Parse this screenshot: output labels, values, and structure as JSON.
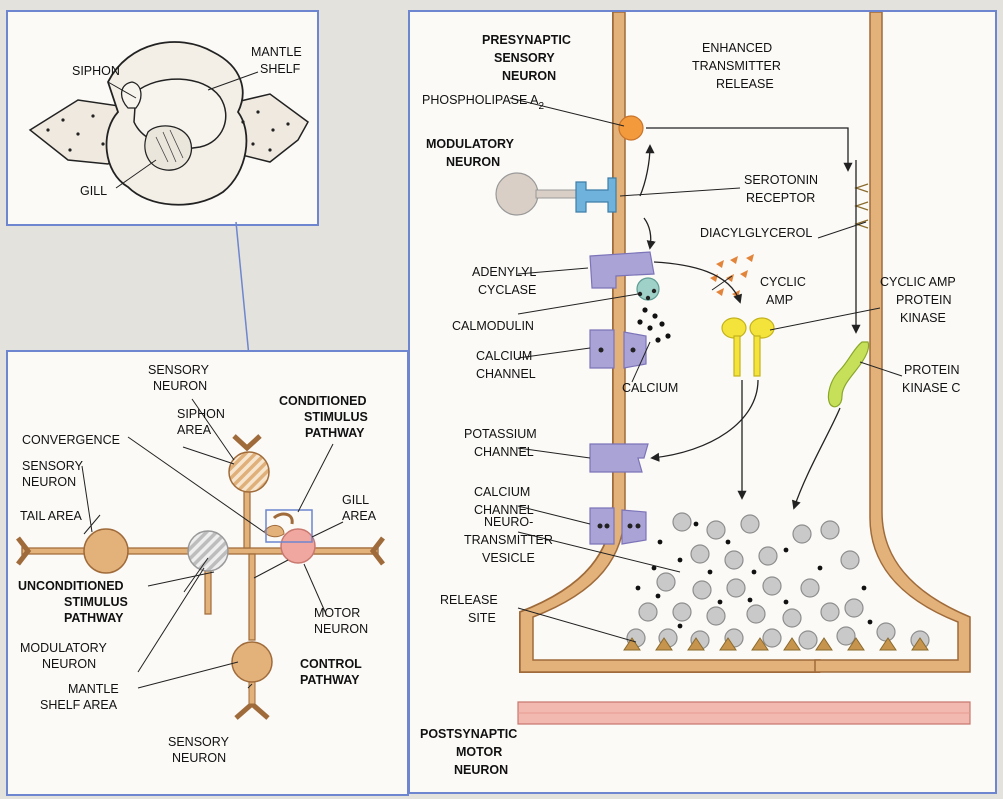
{
  "colors": {
    "panel_border": "#6d86cf",
    "neuron_tan": "#e3b27b",
    "neuron_outline": "#a06b3a",
    "phospholipase": "#f29a3c",
    "serotonin_receptor": "#6fb3dc",
    "adenylyl_cyclase": "#a9a3d6",
    "calmodulin": "#9fd1c9",
    "kinase_a": "#f3e33a",
    "kinase_c": "#c6e05a",
    "cyclic_amp": "#e2843a",
    "vesicle": "#c9c9c9",
    "motor_neuron": "#f0a7a0",
    "postsynaptic": "#f2b9b0",
    "release_site": "#c7944e"
  },
  "aplysia": {
    "labels": {
      "siphon": "SIPHON",
      "mantle": "MANTLE",
      "shelf": "SHELF",
      "gill": "GILL"
    }
  },
  "circuit": {
    "labels": {
      "sensory_neuron_top_1": "SENSORY",
      "sensory_neuron_top_2": "NEURON",
      "siphon_area_1": "SIPHON",
      "siphon_area_2": "AREA",
      "conditioned_1": "CONDITIONED",
      "conditioned_2": "STIMULUS",
      "conditioned_3": "PATHWAY",
      "convergence": "CONVERGENCE",
      "sensory_neuron_left_1": "SENSORY",
      "sensory_neuron_left_2": "NEURON",
      "tail_area": "TAIL AREA",
      "gill_area_1": "GILL",
      "gill_area_2": "AREA",
      "unconditioned_1": "UNCONDITIONED",
      "unconditioned_2": "STIMULUS",
      "unconditioned_3": "PATHWAY",
      "motor_neuron_1": "MOTOR",
      "motor_neuron_2": "NEURON",
      "modulatory_neuron_1": "MODULATORY",
      "modulatory_neuron_2": "NEURON",
      "control_1": "CONTROL",
      "control_2": "PATHWAY",
      "mantle_shelf_area_1": "MANTLE",
      "mantle_shelf_area_2": "SHELF AREA",
      "sensory_neuron_bottom_1": "SENSORY",
      "sensory_neuron_bottom_2": "NEURON"
    }
  },
  "synapse": {
    "labels": {
      "presynaptic_1": "PRESYNAPTIC",
      "presynaptic_2": "SENSORY",
      "presynaptic_3": "NEURON",
      "phospholipase": "PHOSPHOLIPASE A",
      "phospholipase_sub": "2",
      "modulatory_1": "MODULATORY",
      "modulatory_2": "NEURON",
      "enhanced_1": "ENHANCED",
      "enhanced_2": "TRANSMITTER",
      "enhanced_3": "RELEASE",
      "serotonin_1": "SEROTONIN",
      "serotonin_2": "RECEPTOR",
      "diacylglycerol": "DIACYLGLYCEROL",
      "adenylyl_1": "ADENYLYL",
      "adenylyl_2": "CYCLASE",
      "cyclic_amp_1": "CYCLIC",
      "cyclic_amp_2": "AMP",
      "camp_kinase_1": "CYCLIC AMP",
      "camp_kinase_2": "PROTEIN",
      "camp_kinase_3": "KINASE",
      "calmodulin": "CALMODULIN",
      "calcium_channel_top_1": "CALCIUM",
      "calcium_channel_top_2": "CHANNEL",
      "calcium": "CALCIUM",
      "protein_kinase_c_1": "PROTEIN",
      "protein_kinase_c_2": "KINASE C",
      "potassium_1": "POTASSIUM",
      "potassium_2": "CHANNEL",
      "calcium_channel_bottom_1": "CALCIUM",
      "calcium_channel_bottom_2": "CHANNEL",
      "vesicle_1": "NEURO-",
      "vesicle_2": "TRANSMITTER",
      "vesicle_3": "VESICLE",
      "release_site_1": "RELEASE",
      "release_site_2": "SITE",
      "postsynaptic_1": "POSTSYNAPTIC",
      "postsynaptic_2": "MOTOR",
      "postsynaptic_3": "NEURON"
    }
  }
}
